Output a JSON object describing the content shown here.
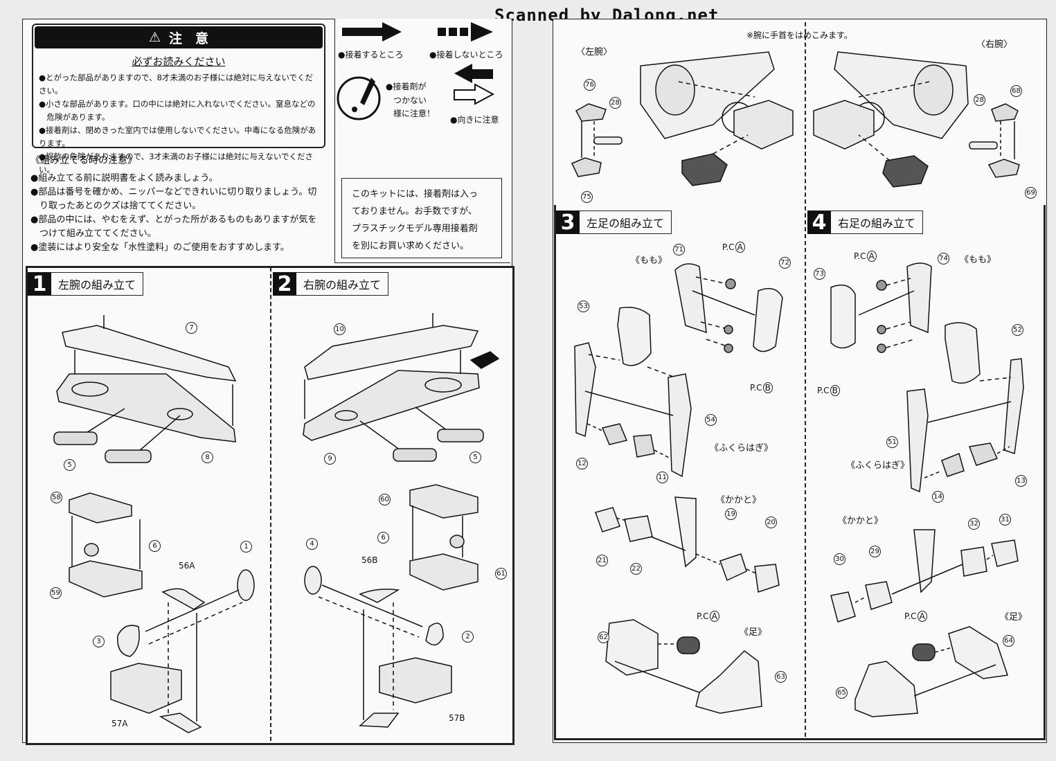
{
  "watermark": "Scanned by Dalong.net",
  "caution": {
    "title": "注　意",
    "must_read": "必ずお読みください",
    "items": [
      "●とがった部品がありますので、8才未満のお子様には絶対に与えないでください。",
      "●小さな部品があります。口の中には絶対に入れないでください。窒息などの",
      "　危険があります。",
      "●接着剤は、閉めきった室内では使用しないでください。中毒になる危険があります。",
      "●誤飲の危険がありますので、3才未満のお子様には絶対に与えないでください。"
    ]
  },
  "symbols": {
    "glue": "●接着するところ",
    "no_glue": "●接着しないところ",
    "careful_glue": [
      "●接着剤が",
      "つかない",
      "様に注意！"
    ],
    "direction": "●向きに注意"
  },
  "assembly_notes": {
    "title": "《組み立てる時の注意》",
    "items": [
      "●組み立てる前に説明書をよく読みましょう。",
      "●部品は番号を確かめ、ニッパーなどできれいに切り取りましょう。切",
      "　り取ったあとのクズは捨ててください。",
      "●部品の中には、やむをえず、とがった所があるものもありますが気を",
      "　つけて組み立ててください。",
      "●塗装にはより安全な「水性塗料」のご使用をおすすめします。"
    ]
  },
  "glue_notice": [
    "このキットには、接着剤は入っ",
    "ておりません。お手数ですが、",
    "プラスチックモデル専用接着剤",
    "を別にお買い求めください。"
  ],
  "steps": [
    {
      "number": "1",
      "title": "左腕の組み立て"
    },
    {
      "number": "2",
      "title": "右腕の組み立て"
    },
    {
      "number": "3",
      "title": "左足の組み立て"
    },
    {
      "number": "4",
      "title": "右足の組み立て"
    }
  ],
  "hands": {
    "note": "※腕に手首をはめこみます。",
    "left": "〈左腕〉",
    "right": "〈右腕〉"
  },
  "leg_labels": {
    "thigh": "《もも》",
    "calf": "《ふくらはぎ》",
    "heel": "《かかと》",
    "foot": "《足》",
    "pca": "P.C",
    "pca_letter": "A",
    "pcb_letter": "B"
  },
  "parts": {
    "step1": [
      "7",
      "8",
      "5",
      "58",
      "6",
      "59",
      "56A",
      "1",
      "3",
      "57A"
    ],
    "step2": [
      "10",
      "9",
      "5",
      "60",
      "6",
      "61",
      "4",
      "56B",
      "2",
      "57B"
    ],
    "hands": [
      "76",
      "28",
      "75",
      "68",
      "28",
      "69"
    ],
    "step3": [
      "71",
      "72",
      "53",
      "54",
      "12",
      "11",
      "19",
      "20",
      "21",
      "22",
      "62",
      "63"
    ],
    "step4": [
      "74",
      "73",
      "52",
      "51",
      "13",
      "14",
      "32",
      "31",
      "30",
      "29",
      "64",
      "65"
    ]
  }
}
